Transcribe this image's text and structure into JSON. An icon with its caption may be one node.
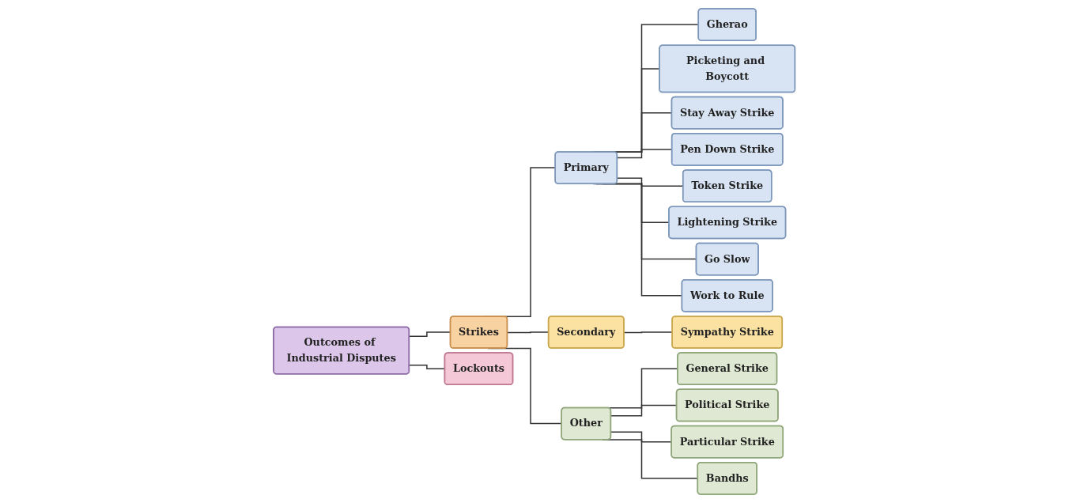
{
  "diagram": {
    "nodes": [
      {
        "text": [
          "Outcomes of Industrial Disputes"
        ]
      },
      {
        "text": [
          "Strikes"
        ]
      },
      {
        "text": [
          "Lockouts"
        ]
      },
      {
        "text": [
          "Primary"
        ]
      },
      {
        "text": [
          "Secondary"
        ]
      },
      {
        "text": [
          "Other"
        ]
      },
      {
        "text": [
          "Gherao"
        ]
      },
      {
        "text": [
          "Picketing and Boycott"
        ]
      },
      {
        "text": [
          "Stay Away Strike"
        ]
      },
      {
        "text": [
          "Pen Down Strike"
        ]
      },
      {
        "text": [
          "Token Strike"
        ]
      },
      {
        "text": [
          "Lightening Strike"
        ]
      },
      {
        "text": [
          "Go Slow"
        ]
      },
      {
        "text": [
          "Work to Rule"
        ]
      },
      {
        "text": [
          "Sympathy Strike"
        ]
      },
      {
        "text": [
          "General Strike"
        ]
      },
      {
        "text": [
          "Political Strike"
        ]
      },
      {
        "text": [
          "Particular Strike"
        ]
      },
      {
        "text": [
          "Bandhs"
        ]
      }
    ],
    "edges": [
      {
        "from": 0,
        "to": 1,
        "arrow": "none"
      },
      {
        "from": 0,
        "to": 2,
        "arrow": "none"
      },
      {
        "from": 1,
        "to": 3,
        "arrow": "none"
      },
      {
        "from": 1,
        "to": 4,
        "arrow": "none"
      },
      {
        "from": 1,
        "to": 5,
        "arrow": "none"
      },
      {
        "from": 3,
        "to": 6,
        "arrow": "none"
      },
      {
        "from": 3,
        "to": 7,
        "arrow": "none"
      },
      {
        "from": 3,
        "to": 8,
        "arrow": "none"
      },
      {
        "from": 3,
        "to": 9,
        "arrow": "none"
      },
      {
        "from": 3,
        "to": 10,
        "arrow": "none"
      },
      {
        "from": 3,
        "to": 11,
        "arrow": "none"
      },
      {
        "from": 3,
        "to": 12,
        "arrow": "none"
      },
      {
        "from": 3,
        "to": 13,
        "arrow": "none"
      },
      {
        "from": 4,
        "to": 14,
        "arrow": "none"
      },
      {
        "from": 5,
        "to": 15,
        "arrow": "none"
      },
      {
        "from": 5,
        "to": 16,
        "arrow": "none"
      },
      {
        "from": 5,
        "to": 17,
        "arrow": "none"
      },
      {
        "from": 5,
        "to": 18,
        "arrow": "none"
      }
    ]
  }
}
